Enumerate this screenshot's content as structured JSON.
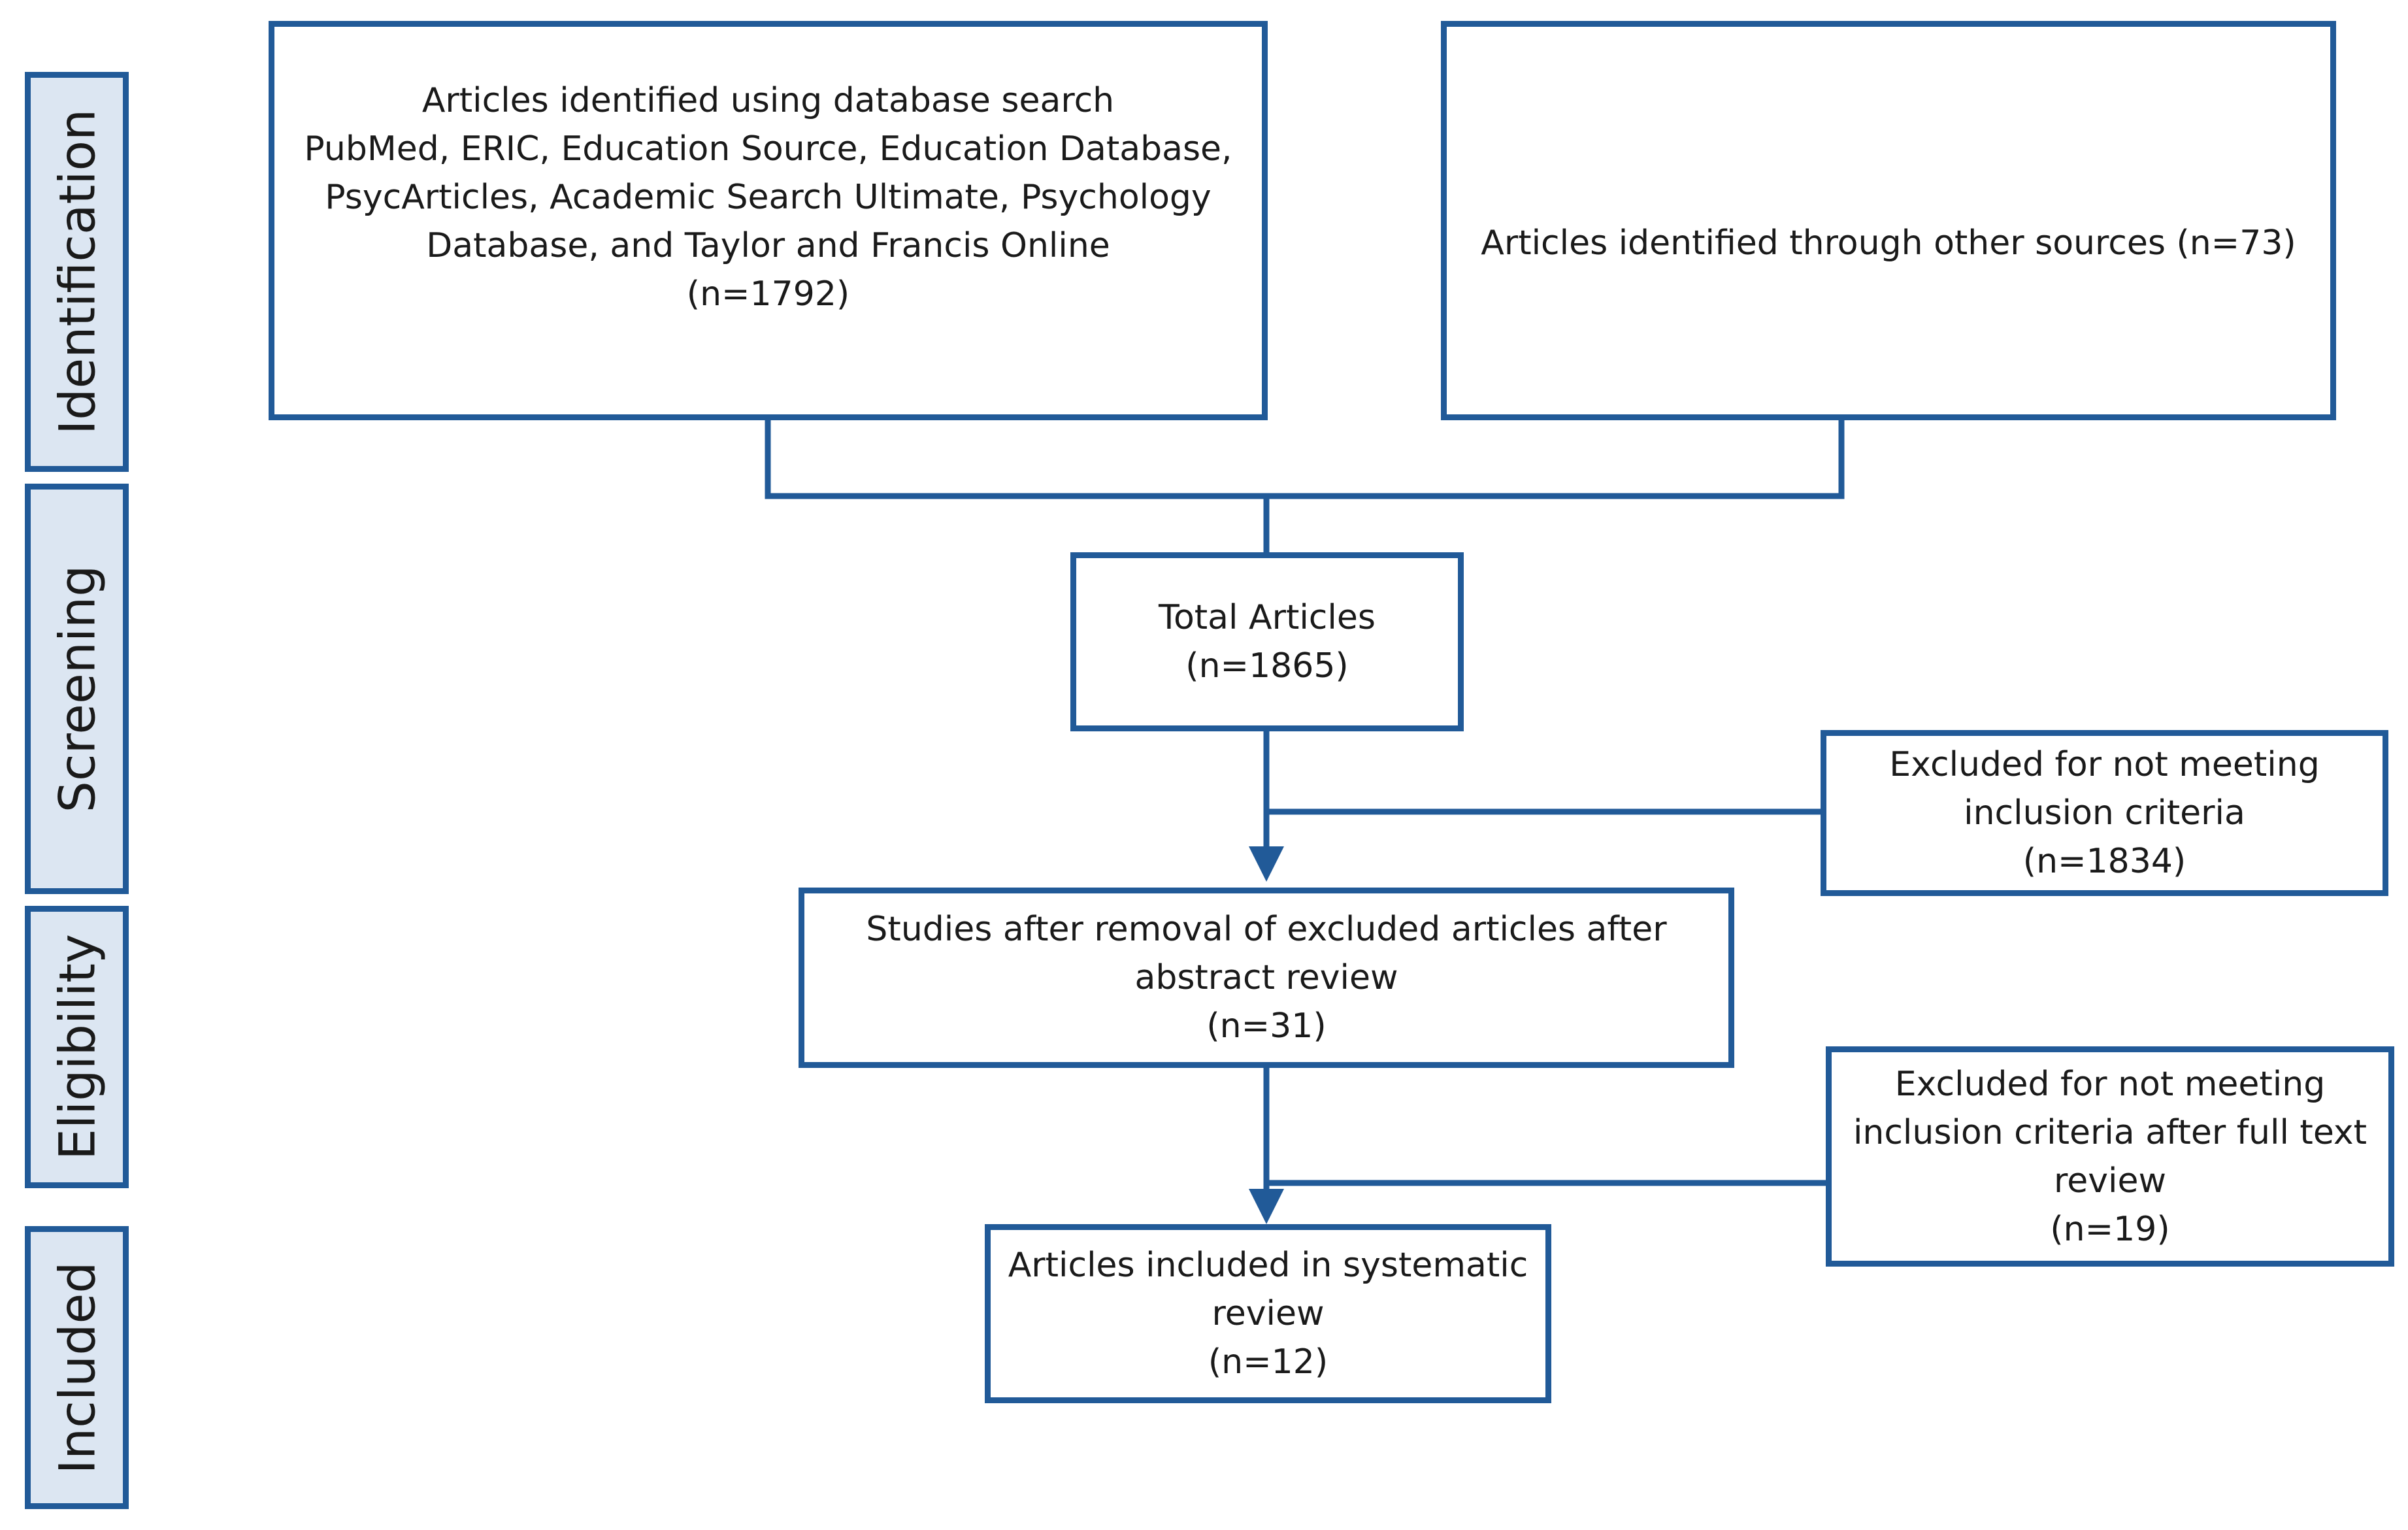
{
  "colors": {
    "accent": "#215A98",
    "stage_fill": "#DCE6F2"
  },
  "stages": [
    "Identification",
    "Screening",
    "Eligibility",
    "Included"
  ],
  "boxes": {
    "database_search": {
      "lines": [
        "Articles identified using database search",
        "PubMed, ERIC, Education Source, Education Database,",
        "PsycArticles, Academic Search Ultimate, Psychology",
        "Database, and Taylor and Francis Online",
        "(n=1792)"
      ]
    },
    "other_sources": {
      "lines": [
        "Articles identified through other sources (n=73)"
      ]
    },
    "total": {
      "lines": [
        "Total Articles",
        "(n=1865)"
      ]
    },
    "excluded_abstract": {
      "lines": [
        "Excluded for not meeting",
        "inclusion criteria",
        "(n=1834)"
      ]
    },
    "after_abstract": {
      "lines": [
        "Studies after removal of excluded articles after",
        "abstract review",
        "(n=31)"
      ]
    },
    "excluded_fulltext": {
      "lines": [
        "Excluded for not meeting",
        "inclusion criteria after full text",
        "review",
        "(n=19)"
      ]
    },
    "included": {
      "lines": [
        "Articles included in systematic",
        "review",
        "(n=12)"
      ]
    }
  }
}
